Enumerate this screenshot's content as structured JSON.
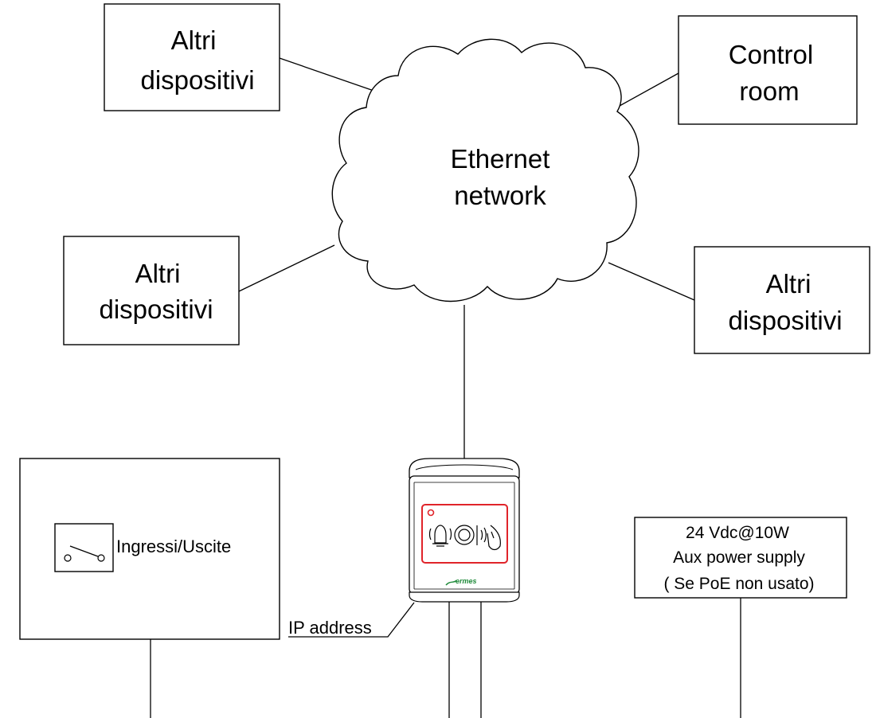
{
  "nodes": {
    "altri_top_left": {
      "lines": [
        "Altri",
        "dispositivi"
      ]
    },
    "control_room": {
      "lines": [
        "Control",
        "room"
      ]
    },
    "network": {
      "lines": [
        "Ethernet",
        "network"
      ]
    },
    "altri_mid_left": {
      "lines": [
        "Altri",
        "dispositivi"
      ]
    },
    "altri_mid_right": {
      "lines": [
        "Altri",
        "dispositivi"
      ]
    },
    "io_panel": {
      "label": "Ingressi/Uscite"
    },
    "power_supply": {
      "lines": [
        "24 Vdc@10W",
        "Aux power supply",
        "( Se PoE non usato)"
      ]
    },
    "device": {
      "brand": "ermes"
    },
    "ip_address": {
      "label": "IP address"
    }
  },
  "colors": {
    "line": "#000000",
    "device_accent": "#e0242a",
    "brand": "#1f8a3a",
    "led": "#e0242a"
  },
  "icons": [
    "bell-icon",
    "push-button-icon",
    "proximity-hand-icon",
    "switch-icon",
    "led-icon"
  ]
}
